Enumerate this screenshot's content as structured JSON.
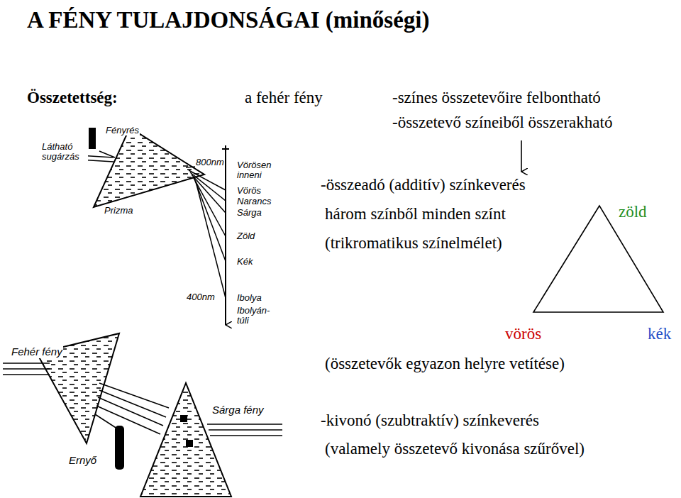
{
  "diagram": {
    "title": "A FÉNY TULAJDONSÁGAI (minőségi)",
    "labels": [
      "Összetettség:",
      "a fehér fény",
      "-színes összetevőire felbontható",
      "-összetevő színeiből összerakható",
      "Fényrés",
      "Látható sugárzás",
      "800nm",
      "Vörösen inneni",
      "Vörös",
      "Narancs",
      "Sárga",
      "Zöld",
      "Kék",
      "Prizma",
      "-összeadó (additív) színkeverés",
      "három színből minden színt",
      "(trikromatikus színelmélet)",
      "zöld",
      "400nm",
      "Ibolya",
      "Ibolyán- túli",
      "vörös",
      "kék",
      "(összetevők egyazon helyre vetítése)",
      "Fehér fény",
      "Sárga fény",
      "Ernyő",
      "-kivonó (szubtraktív) színkeverés",
      "(valamely összetevő kivonása szűrővel)"
    ]
  }
}
